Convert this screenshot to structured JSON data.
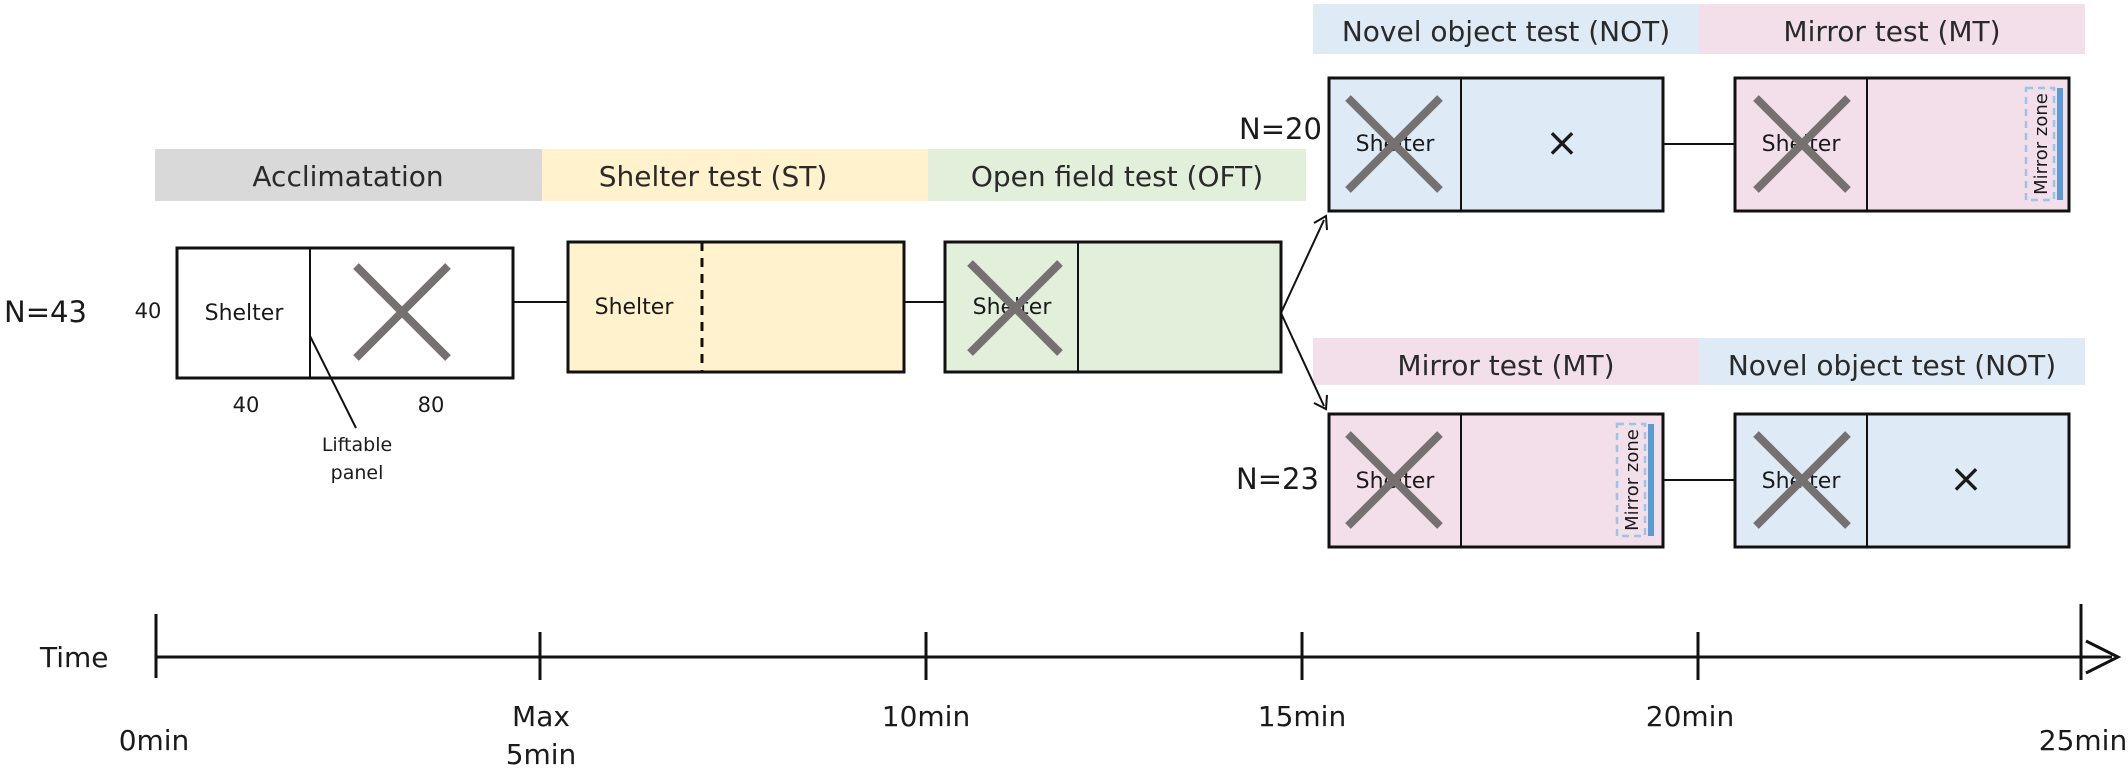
{
  "colors": {
    "acclimatation": "#d9d9d9",
    "shelter_test": "#fff2cc",
    "open_field": "#e2efda",
    "novel_object": "#deebf7",
    "mirror": "#f2dfe9",
    "mirror_line": "#5b9bd5",
    "cross": "#767171"
  },
  "phases": {
    "acclimatation": "Acclimatation",
    "shelter_test": "Shelter test (ST)",
    "open_field_test": "Open field test (OFT)",
    "top_first": "Novel object test (NOT)",
    "top_second": "Mirror test (MT)",
    "bottom_first": "Mirror test (MT)",
    "bottom_second": "Novel object test (NOT)"
  },
  "groups": {
    "all": "N=43",
    "upper": "N=20",
    "lower": "N=23"
  },
  "arena": {
    "shelter": "Shelter",
    "height": "40",
    "shelter_width": "40",
    "arena_width": "80",
    "panel_line1": "Liftable",
    "panel_line2": "panel",
    "mirror_zone": "Mirror zone",
    "object_icon": "×"
  },
  "timeline": {
    "label": "Time",
    "ticks": [
      {
        "line1": "0min",
        "line2": ""
      },
      {
        "line1": "Max",
        "line2": "5min"
      },
      {
        "line1": "10min",
        "line2": ""
      },
      {
        "line1": "15min",
        "line2": ""
      },
      {
        "line1": "20min",
        "line2": ""
      },
      {
        "line1": "25min",
        "line2": ""
      }
    ]
  }
}
